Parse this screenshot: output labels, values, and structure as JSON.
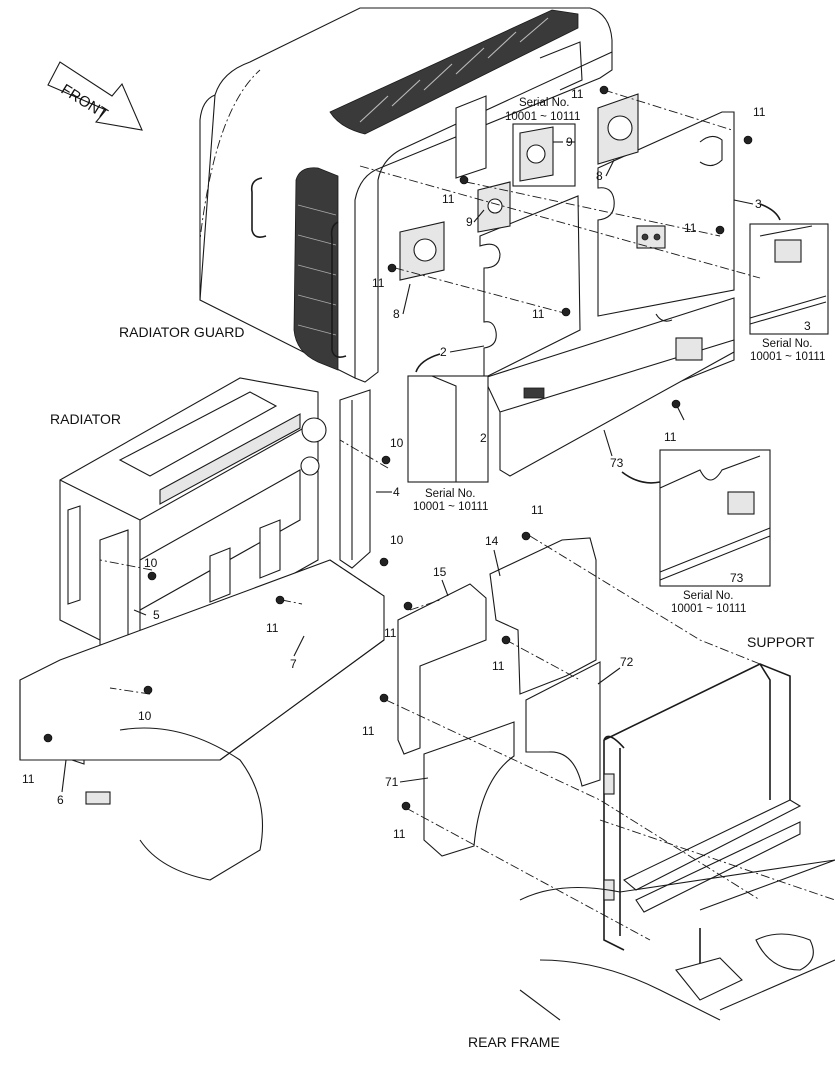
{
  "front_label": "FRONT",
  "assemblies": {
    "radiator_guard": "RADIATOR GUARD",
    "radiator": "RADIATOR",
    "support": "SUPPORT",
    "rear_frame": "REAR FRAME"
  },
  "insets": [
    {
      "serial_label": "Serial No.",
      "serial_range": "10001 ~ 10111",
      "callout": "9"
    },
    {
      "serial_label": "Serial No.",
      "serial_range": "10001 ~ 10111",
      "callout": "3"
    },
    {
      "serial_label": "Serial No.",
      "serial_range": "10001 ~ 10111",
      "callout": "2"
    },
    {
      "serial_label": "Serial No.",
      "serial_range": "10001 ~ 10111",
      "callout": "73"
    }
  ],
  "callouts": {
    "c11a": "11",
    "c11b": "11",
    "c11c": "11",
    "c11d": "11",
    "c11e": "11",
    "c11f": "11",
    "c11g": "11",
    "c11h": "11",
    "c11i": "11",
    "c11j": "11",
    "c11k": "11",
    "c11l": "11",
    "c11m": "11",
    "c11n": "11",
    "c8a": "8",
    "c8b": "8",
    "c9a": "9",
    "c3": "3",
    "c2": "2",
    "c73": "73",
    "c10a": "10",
    "c10b": "10",
    "c10c": "10",
    "c10d": "10",
    "c4": "4",
    "c5": "5",
    "c6": "6",
    "c7": "7",
    "c14": "14",
    "c15": "15",
    "c71": "71",
    "c72": "72"
  }
}
